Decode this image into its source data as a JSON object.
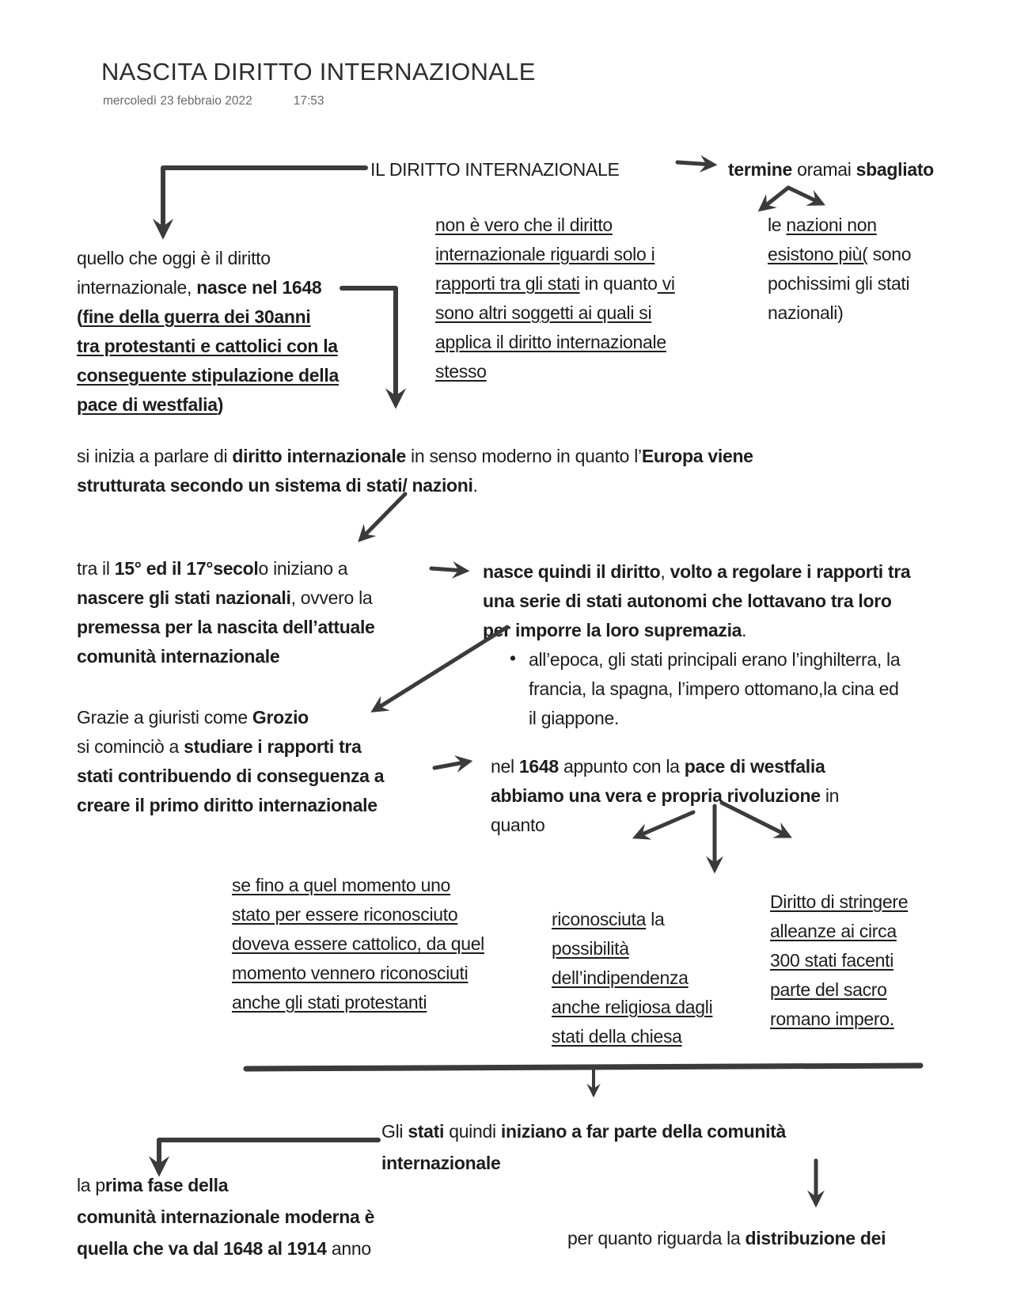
{
  "page": {
    "title": "NASCITA DIRITTO INTERNAZIONALE",
    "date": "mercoledì 23 febbraio 2022",
    "time": "17:53"
  },
  "arrow_color": "#3b3b3b",
  "blocks": [
    {
      "id": "il-diritto",
      "lines": [
        [
          {
            "t": "IL DIRITTO INTERNAZIONALE"
          }
        ]
      ]
    },
    {
      "id": "termine",
      "lines": [
        [
          {
            "t": "termine",
            "b": true
          },
          {
            "t": " oramai "
          },
          {
            "t": "sbagliato",
            "b": true
          }
        ]
      ]
    },
    {
      "id": "left-para",
      "lines": [
        [
          {
            "t": "quello che oggi è il diritto"
          }
        ],
        [
          {
            "t": "internazionale, "
          },
          {
            "t": "nasce nel 1648",
            "b": true
          }
        ],
        [
          {
            "t": "(",
            "b": true
          },
          {
            "t": "fine della guerra dei 30anni",
            "b": true,
            "u": true
          }
        ],
        [
          {
            "t": "tra protestanti e cattolici con la",
            "b": true,
            "u": true
          }
        ],
        [
          {
            "t": "conseguente stipulazione della",
            "b": true,
            "u": true
          }
        ],
        [
          {
            "t": "pace di westfalia",
            "b": true,
            "u": true
          },
          {
            "t": ")",
            "b": true
          }
        ]
      ]
    },
    {
      "id": "mid-para",
      "lines": [
        [
          {
            "t": "non è vero che il diritto",
            "u": true
          }
        ],
        [
          {
            "t": "internazionale riguardi solo i",
            "u": true
          }
        ],
        [
          {
            "t": "rapporti tra gli stati",
            "u": true
          },
          {
            "t": " in quanto"
          },
          {
            "t": " vi",
            "u": true
          }
        ],
        [
          {
            "t": "sono altri soggetti ai quali si",
            "u": true
          }
        ],
        [
          {
            "t": "applica il diritto internazionale",
            "u": true
          }
        ],
        [
          {
            "t": "stesso",
            "u": true
          }
        ]
      ]
    },
    {
      "id": "right-para",
      "lines": [
        [
          {
            "t": "le "
          },
          {
            "t": "nazioni non",
            "u": true
          }
        ],
        [
          {
            "t": "esistono più(",
            "u": true
          },
          {
            "t": " sono"
          }
        ],
        [
          {
            "t": "pochissimi gli stati"
          }
        ],
        [
          {
            "t": "nazionali)"
          }
        ]
      ]
    },
    {
      "id": "si-inizia",
      "lines": [
        [
          {
            "t": "si inizia a parlare di "
          },
          {
            "t": "diritto internazionale",
            "b": true
          },
          {
            "t": " in senso moderno in quanto l’"
          },
          {
            "t": "Europa viene",
            "b": true
          }
        ],
        [
          {
            "t": "strutturata secondo un sistema di stati/ nazioni",
            "b": true
          },
          {
            "t": "."
          }
        ]
      ]
    },
    {
      "id": "tra-il",
      "lines": [
        [
          {
            "t": "tra il "
          },
          {
            "t": "15° ed il 17°secol",
            "b": true
          },
          {
            "t": "o iniziano a"
          }
        ],
        [
          {
            "t": "nascere gli stati nazionali",
            "b": true
          },
          {
            "t": ", ovvero la"
          }
        ],
        [
          {
            "t": "premessa per la nascita dell’attuale",
            "b": true
          }
        ],
        [
          {
            "t": "comunità internazionale",
            "b": true
          }
        ]
      ]
    },
    {
      "id": "nasce-quindi",
      "lines": [
        [
          {
            "t": "nasce quindi il diritto",
            "b": true
          },
          {
            "t": ", "
          },
          {
            "t": "volto a regolare i rapporti tra",
            "b": true
          }
        ],
        [
          {
            "t": "una serie di stati autonomi che lottavano tra loro",
            "b": true
          }
        ],
        [
          {
            "t": "per imporre la loro supremazia",
            "b": true
          },
          {
            "t": "."
          }
        ]
      ]
    },
    {
      "id": "bullet-glyph",
      "lines": [
        [
          {
            "t": "•"
          }
        ]
      ]
    },
    {
      "id": "bullet-item",
      "lines": [
        [
          {
            "t": "all’epoca, gli stati principali erano l’inghilterra, la"
          }
        ],
        [
          {
            "t": "francia, la spagna, l’impero ottomano,la cina ed"
          }
        ],
        [
          {
            "t": "il giappone."
          }
        ]
      ]
    },
    {
      "id": "grazie",
      "lines": [
        [
          {
            "t": "Grazie a giuristi come "
          },
          {
            "t": "Grozio",
            "b": true
          }
        ],
        [
          {
            "t": "si cominciò a "
          },
          {
            "t": "studiare i rapporti tra",
            "b": true
          }
        ],
        [
          {
            "t": "stati contribuendo di conseguenza a",
            "b": true
          }
        ],
        [
          {
            "t": "creare il primo diritto internazionale",
            "b": true
          }
        ]
      ]
    },
    {
      "id": "nel-1648",
      "lines": [
        [
          {
            "t": "nel "
          },
          {
            "t": "1648",
            "b": true
          },
          {
            "t": " appunto con la "
          },
          {
            "t": "pace di westfalia",
            "b": true
          }
        ],
        [
          {
            "t": "abbiamo una vera e propria rivoluzione",
            "b": true
          },
          {
            "t": " in"
          }
        ],
        [
          {
            "t": "quanto"
          }
        ]
      ]
    },
    {
      "id": "col1",
      "lines": [
        [
          {
            "t": "se fino a quel momento uno",
            "u": true
          }
        ],
        [
          {
            "t": "stato per essere riconosciuto",
            "u": true
          }
        ],
        [
          {
            "t": "doveva essere cattolico, da quel",
            "u": true
          }
        ],
        [
          {
            "t": "momento vennero riconosciuti",
            "u": true
          }
        ],
        [
          {
            "t": "anche gli stati protestanti",
            "u": true
          }
        ]
      ]
    },
    {
      "id": "col2",
      "lines": [
        [
          {
            "t": "riconosciuta",
            "u": true
          },
          {
            "t": " la"
          }
        ],
        [
          {
            "t": "possibilità",
            "u": true
          }
        ],
        [
          {
            "t": "dell’indipendenza",
            "u": true
          }
        ],
        [
          {
            "t": "anche religiosa dagli",
            "u": true
          }
        ],
        [
          {
            "t": "stati della chiesa",
            "u": true
          }
        ]
      ]
    },
    {
      "id": "col3",
      "lines": [
        [
          {
            "t": "Diritto di stringere",
            "u": true
          }
        ],
        [
          {
            "t": "alleanze ai circa",
            "u": true
          }
        ],
        [
          {
            "t": "300 stati facenti",
            "u": true
          }
        ],
        [
          {
            "t": "parte del sacro",
            "u": true
          }
        ],
        [
          {
            "t": "romano impero.",
            "u": true
          }
        ]
      ]
    },
    {
      "id": "gli-stati",
      "lines": [
        [
          {
            "t": "Gli "
          },
          {
            "t": "stati",
            "b": true
          },
          {
            "t": " quindi "
          },
          {
            "t": "iniziano a far parte della comunità",
            "b": true
          }
        ],
        [
          {
            "t": "internazionale",
            "b": true
          }
        ]
      ]
    },
    {
      "id": "prima-fase",
      "lines": [
        [
          {
            "t": "la p"
          },
          {
            "t": "rima fase della",
            "b": true
          }
        ],
        [
          {
            "t": "comunità internazionale moderna è",
            "b": true
          }
        ],
        [
          {
            "t": "quella che va dal 1648 al 1914",
            "b": true
          },
          {
            "t": " anno"
          }
        ]
      ]
    },
    {
      "id": "per-quanto",
      "lines": [
        [
          {
            "t": "per quanto riguarda la "
          },
          {
            "t": "distribuzione dei",
            "b": true
          }
        ]
      ]
    }
  ]
}
